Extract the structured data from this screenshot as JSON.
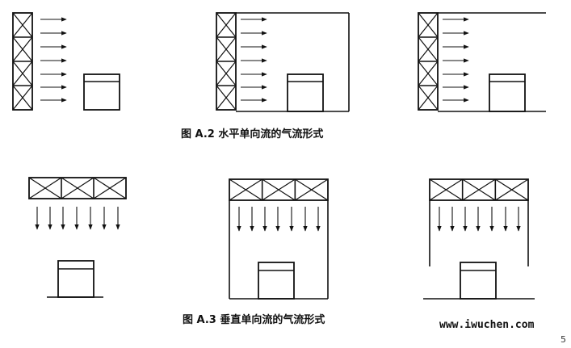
{
  "captions": {
    "figure_a2": "图 A.2  水平单向流的气流形式",
    "figure_a3": "图 A.3  垂直单向流的气流形式"
  },
  "watermark": "www.iwuchen.com",
  "page_number": "5",
  "colors": {
    "line": "#111111",
    "background": "#ffffff"
  }
}
